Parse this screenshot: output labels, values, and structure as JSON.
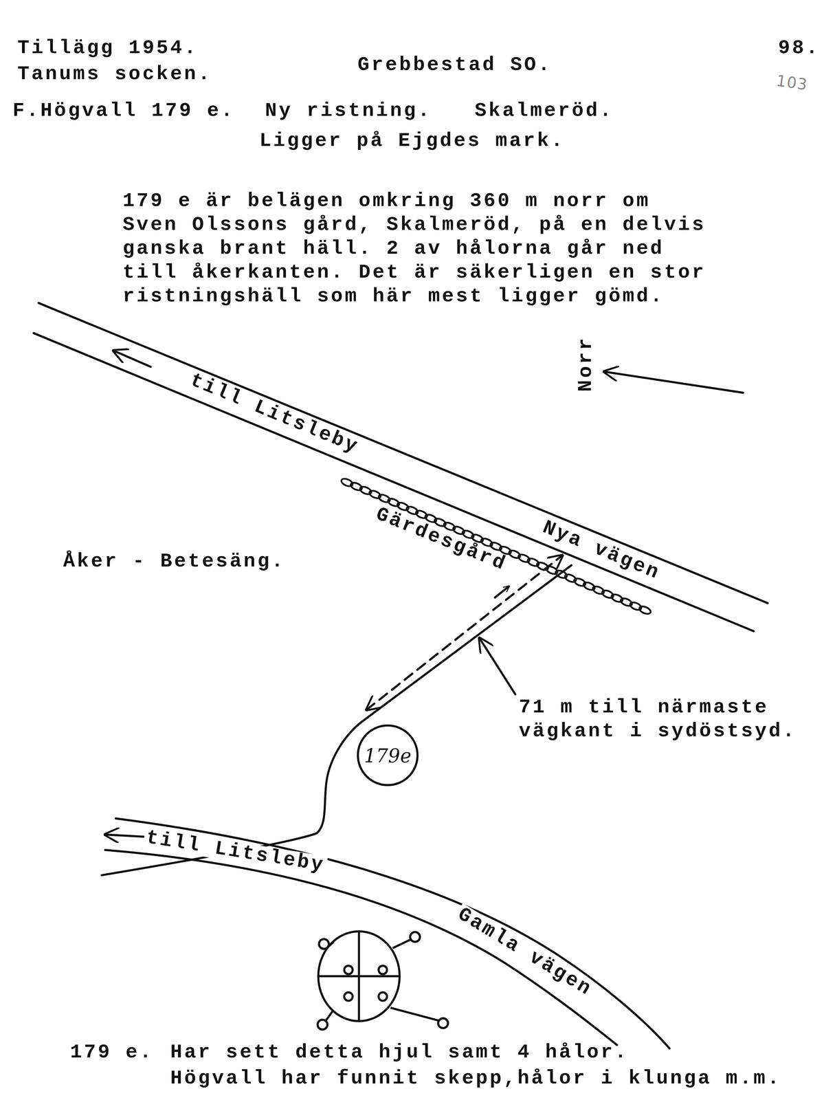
{
  "diagram": {
    "nodes": [
      {
        "text": [
          "179e"
        ]
      }
    ],
    "labels": [
      "Tillägg 1954.",
      "Tanums socken.",
      "Grebbestad SO.",
      "98.",
      "103",
      "F.Högvall 179 e.",
      "Ny ristning.",
      "Skalmeröd.",
      "Ligger på Ejgdes mark.",
      "179 e är belägen omkring 360 m norr om Sven Olssons gård, Skalmeröd, på en delvis ganska brant häll. 2 av hålorna går ned till åkerkanten. Det är säkerligen en stor ristningshäll som här mest ligger gömd.",
      "Norr",
      "till Litsleby",
      "Nya vägen",
      "Gärdesgård",
      "Åker - Betesäng.",
      "71 m till närmaste vägkant i sydöstsyd.",
      "till Litsleby",
      "Gamla vägen",
      "179 e.",
      "Har sett detta hjul samt 4 hålor.",
      "Högvall har funnit skepp,hålor i klunga m.m."
    ]
  }
}
